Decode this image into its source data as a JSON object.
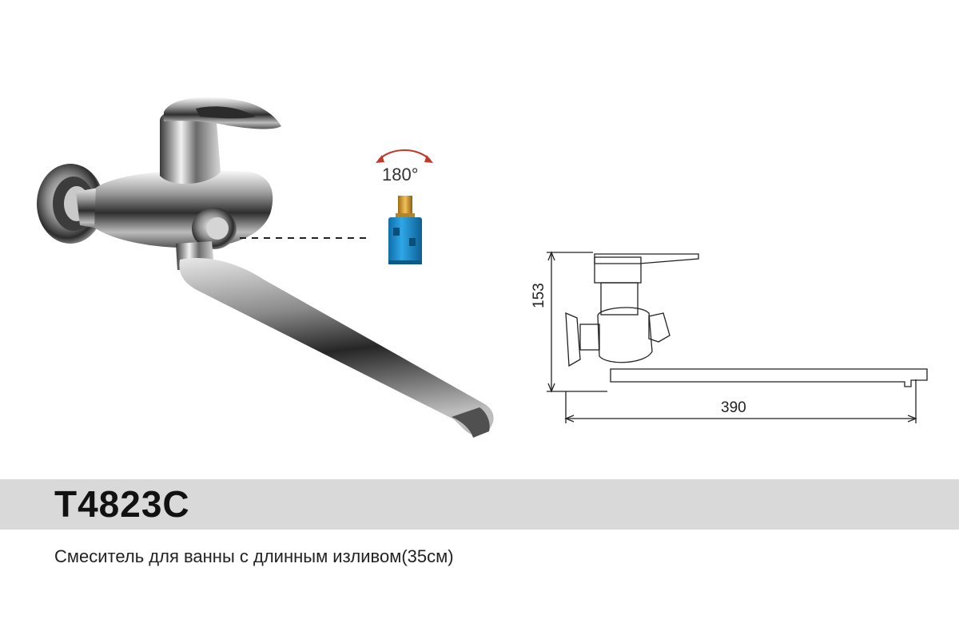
{
  "product": {
    "model": "T4823C",
    "description": "Смеситель для ванны с длинным изливом(35см)"
  },
  "cartridge": {
    "rotation_label": "180°"
  },
  "drawing": {
    "height_label": "153",
    "width_label": "390"
  },
  "colors": {
    "band": "#d9d9d9",
    "rotation_arrow": "#c0392b",
    "cartridge_body": "#1f8fd0",
    "cartridge_stem": "#d4a23a"
  }
}
